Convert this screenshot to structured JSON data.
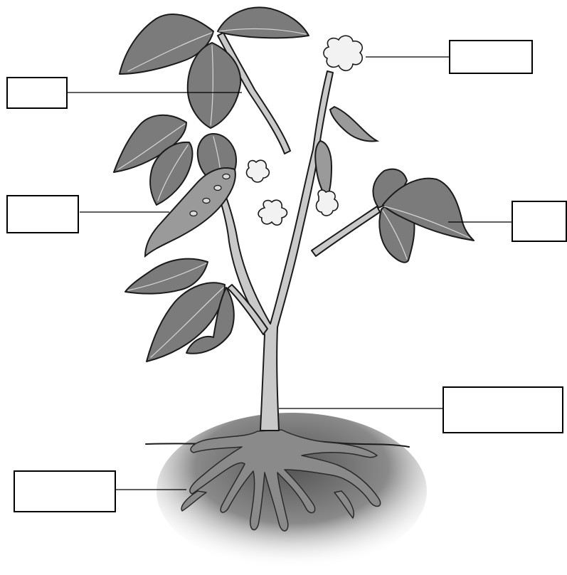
{
  "diagram": {
    "labels": [
      {
        "id": "flower-label",
        "text": ""
      },
      {
        "id": "stem-upper-label",
        "text": ""
      },
      {
        "id": "fruit-label",
        "text": ""
      },
      {
        "id": "leaf-label",
        "text": ""
      },
      {
        "id": "stem-lower-label",
        "text": ""
      },
      {
        "id": "root-label",
        "text": ""
      }
    ],
    "colors": {
      "leaf": "#7b7b7b",
      "stem": "#c9c9c9",
      "soil": "#6e6e6e",
      "outline": "#1a1a1a"
    }
  }
}
